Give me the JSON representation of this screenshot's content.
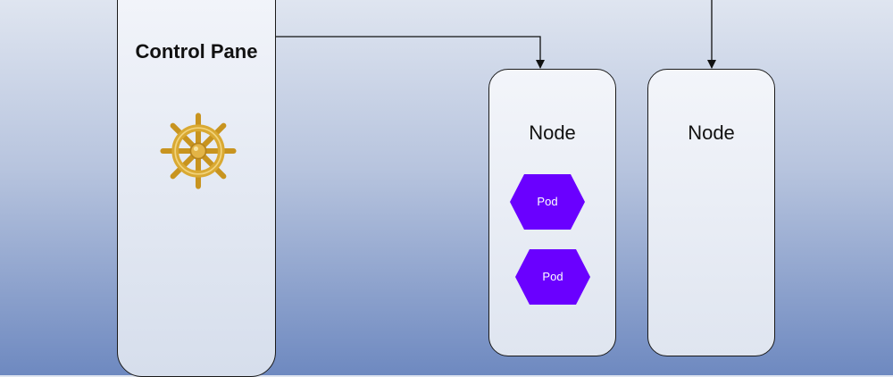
{
  "control_pane": {
    "title": "Control Pane",
    "icon": "ship-wheel-icon"
  },
  "nodes": [
    {
      "title": "Node",
      "pods": [
        {
          "label": "Pod"
        },
        {
          "label": "Pod"
        }
      ]
    },
    {
      "title": "Node",
      "pods": []
    }
  ],
  "colors": {
    "pod_fill": "#6a00ff",
    "wheel_gold": "#d9a932",
    "line": "#111111"
  }
}
